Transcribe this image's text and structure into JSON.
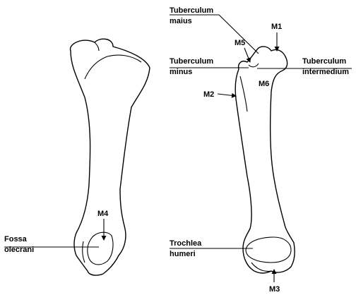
{
  "labels": {
    "tuberculum_maius": [
      "Tuberculum",
      "maius"
    ],
    "tuberculum_minus": [
      "Tuberculum",
      "minus"
    ],
    "tuberculum_intermedium": [
      "Tuberculum",
      "intermedium"
    ],
    "trochlea_humeri": [
      "Trochlea",
      "humeri"
    ],
    "fossa_olecrani": [
      "Fossa",
      "olecrani"
    ],
    "m1": "M1",
    "m2": "M2",
    "m3": "M3",
    "m4": "M4",
    "m5": "M5",
    "m6": "M6"
  }
}
